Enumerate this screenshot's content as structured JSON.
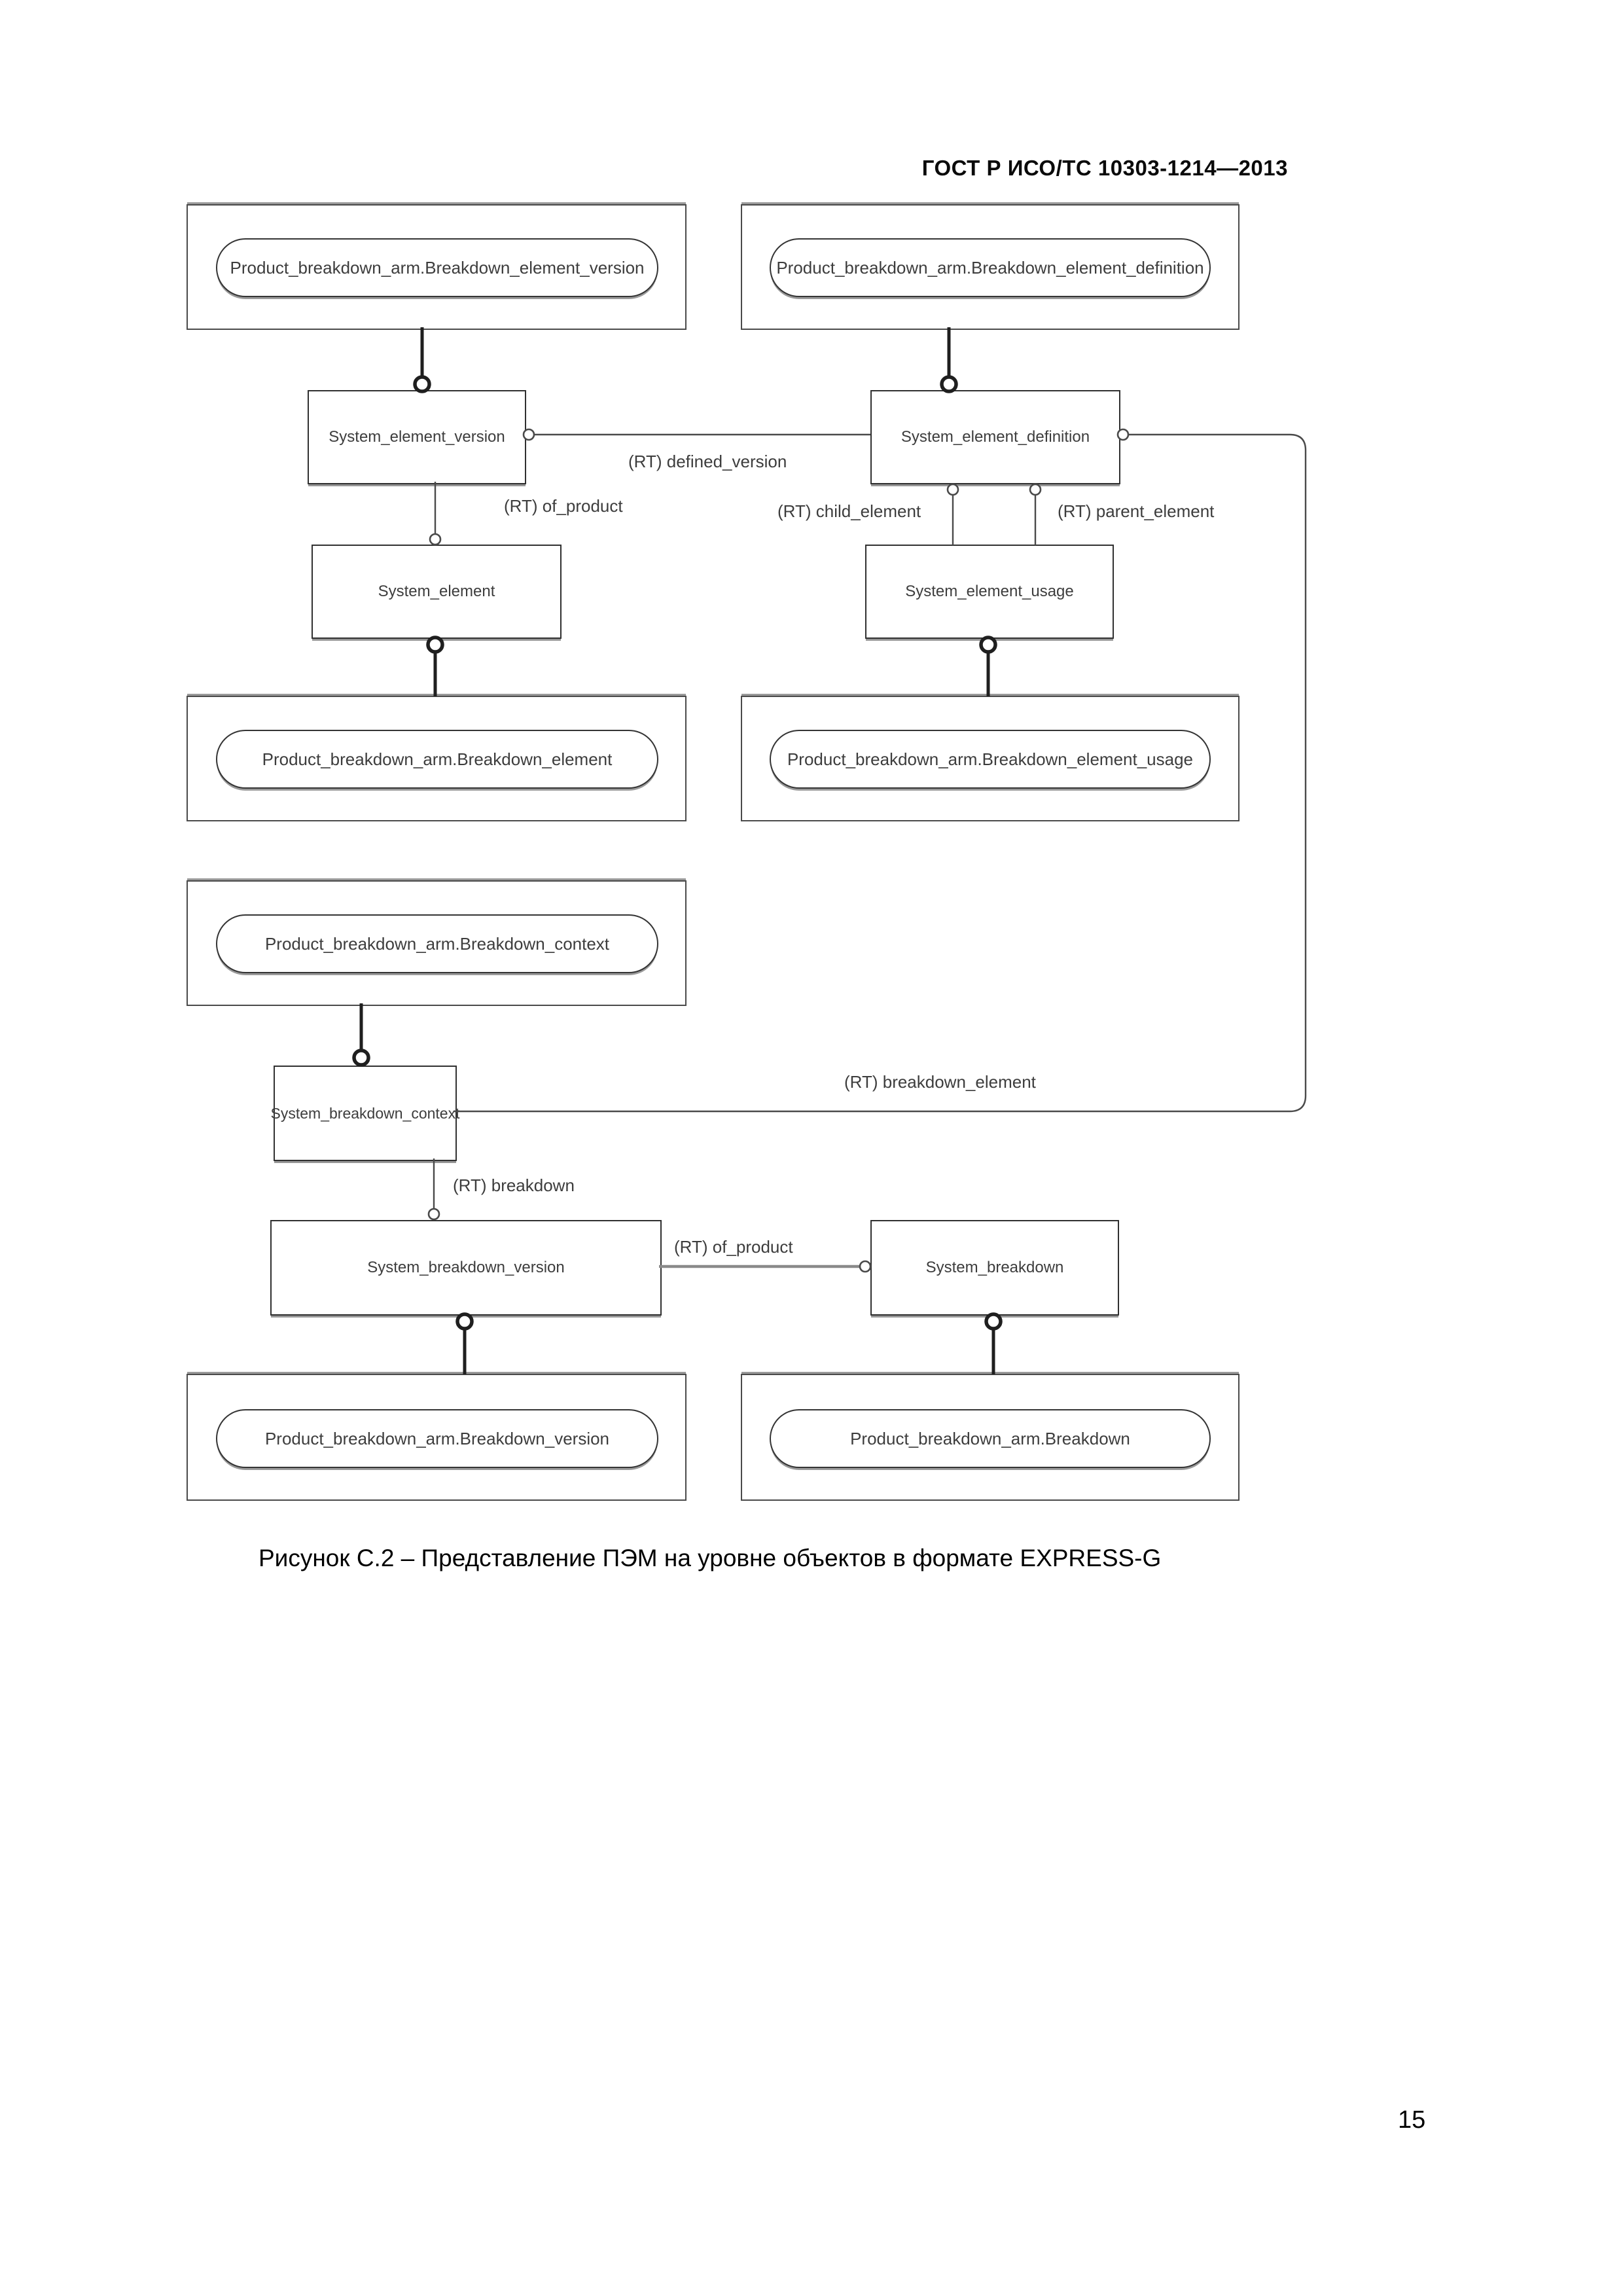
{
  "header": {
    "title": "ГОСТ Р ИСО/ТС 10303-1214—2013"
  },
  "figure": {
    "caption": "Рисунок С.2 –  Представление ПЭМ на уровне объектов в формате EXPRESS-G"
  },
  "footer": {
    "page_number": "15"
  },
  "diagram": {
    "type": "express-g-schema",
    "arm_boxes": {
      "breakdown_element_version": "Product_breakdown_arm.Breakdown_element_version",
      "breakdown_element_definition": "Product_breakdown_arm.Breakdown_element_definition",
      "breakdown_element": "Product_breakdown_arm.Breakdown_element",
      "breakdown_element_usage": "Product_breakdown_arm.Breakdown_element_usage",
      "breakdown_context": "Product_breakdown_arm.Breakdown_context",
      "breakdown_version": "Product_breakdown_arm.Breakdown_version",
      "breakdown": "Product_breakdown_arm.Breakdown"
    },
    "entities": {
      "system_element_version": "System_element_version",
      "system_element_definition": "System_element_definition",
      "system_element": "System_element",
      "system_element_usage": "System_element_usage",
      "system_breakdown_context": "System_breakdown_context",
      "system_breakdown_version": "System_breakdown_version",
      "system_breakdown": "System_breakdown"
    },
    "relationships": {
      "defined_version": "(RT) defined_version",
      "of_product_top": "(RT) of_product",
      "child_element": "(RT) child_element",
      "parent_element": "(RT) parent_element",
      "breakdown_element_rel": "(RT) breakdown_element",
      "breakdown_rel": "(RT) breakdown",
      "of_product_bottom": "(RT) of_product"
    }
  }
}
